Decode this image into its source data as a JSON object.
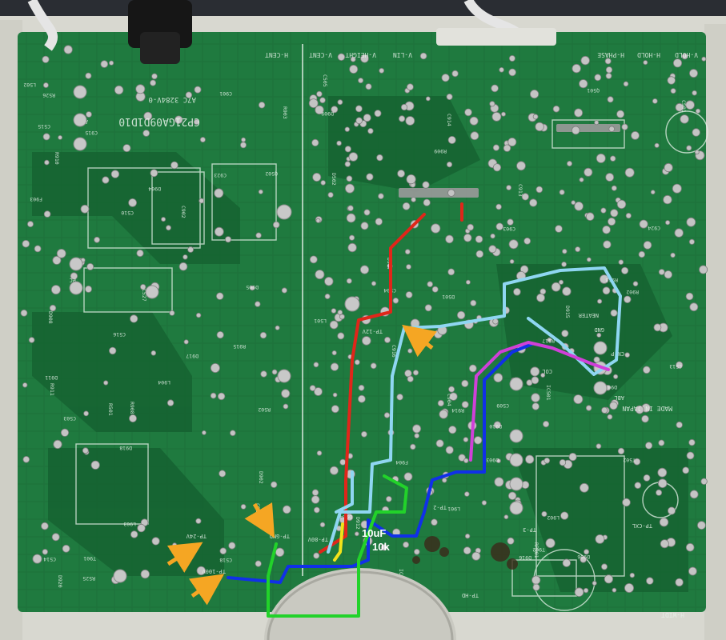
{
  "board": {
    "part_number": "CP21GA09D1D10",
    "ref_code": "A7C 3284V-0",
    "made_in": "MADE IN JAPAN",
    "colors": {
      "pcb": "#1f7a3f",
      "pcb_dark": "#145c2e",
      "case": "#d8d8d0",
      "wire_red": "#e0261a",
      "wire_blue": "#1030e8",
      "wire_lightblue": "#8fd6f2",
      "wire_green": "#22d22a",
      "wire_magenta": "#d040d8",
      "wire_yellow": "#f2e21a",
      "arrow": "#f5a623"
    }
  },
  "pots": [
    "H-CENT",
    "V-CENT",
    "V-HEIGHT",
    "V-LIN",
    "H-PHASE",
    "H-HOLD",
    "V-HOLD",
    "H-WIDT"
  ],
  "test_points": [
    "TP-12V",
    "TP-24V",
    "TP-100V",
    "TP-GND",
    "TP-80V",
    "TP-2",
    "TP-3",
    "TP-HD",
    "TP-CXL"
  ],
  "component_labels": [
    "C924",
    "C923",
    "C904",
    "C903",
    "C902",
    "C901",
    "L904",
    "L901",
    "L903",
    "L902",
    "D901",
    "D902",
    "D903",
    "D904",
    "D905",
    "D906",
    "D907",
    "D908",
    "D909",
    "D910",
    "D911",
    "D912",
    "D914",
    "D915",
    "D916",
    "D917",
    "D918",
    "D920",
    "R902",
    "R903",
    "R908",
    "R909",
    "R910",
    "R911",
    "R913",
    "R914",
    "R915",
    "C912",
    "C913",
    "C914",
    "C915",
    "C916",
    "T901",
    "T902",
    "F903",
    "F904",
    "RP901",
    "Q501",
    "Q502",
    "T502",
    "C513",
    "C514",
    "C515",
    "C516",
    "R501",
    "R502",
    "R517",
    "R525",
    "R526",
    "C510",
    "IC501",
    "IC401",
    "D501",
    "D502",
    "C501",
    "C503",
    "C504",
    "C505",
    "C509",
    "C518",
    "L501",
    "L502",
    "C527"
  ],
  "connector_labels": [
    "NEATER",
    "GND",
    "COL",
    "ABL",
    "AC",
    "PC",
    "CN-P"
  ],
  "annotations": {
    "capacitor": "10uF",
    "resistor": "10k"
  }
}
